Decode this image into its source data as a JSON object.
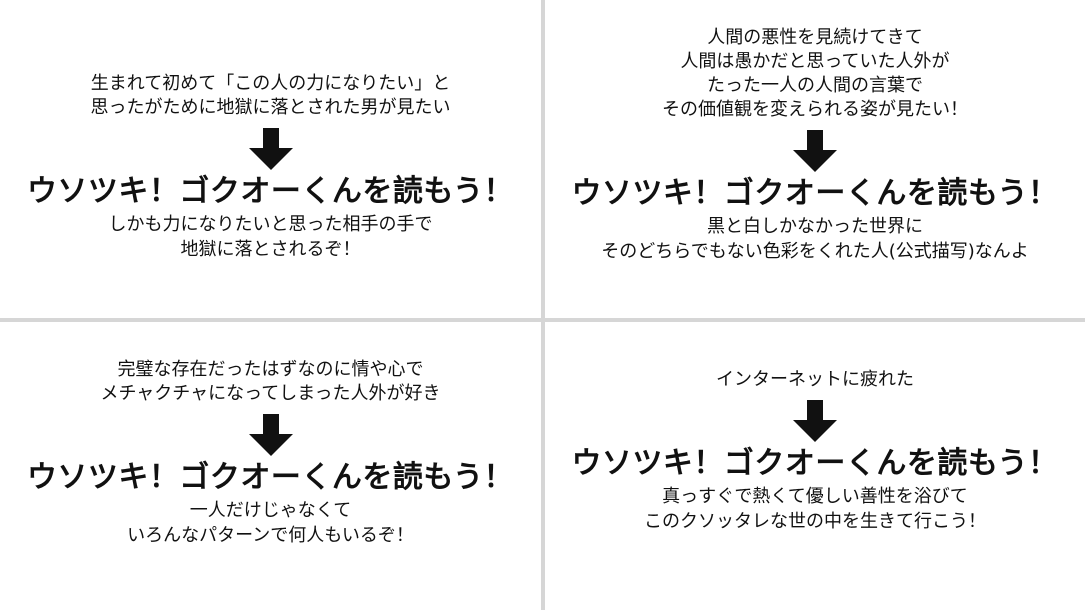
{
  "panels": [
    {
      "intro": [
        "生まれて初めて「この人の力になりたい」と",
        "思ったがために地獄に落とされた男が見たい"
      ],
      "headline": "ウソツキ！ゴクオーくんを読もう！",
      "outro": [
        "しかも力になりたいと思った相手の手で",
        "地獄に落とされるぞ！"
      ]
    },
    {
      "intro": [
        "人間の悪性を見続けてきて",
        "人間は愚かだと思っていた人外が",
        "たった一人の人間の言葉で",
        "その価値観を変えられる姿が見たい！"
      ],
      "headline": "ウソツキ！ゴクオーくんを読もう！",
      "outro": [
        "黒と白しかなかった世界に",
        "そのどちらでもない色彩をくれた人(公式描写)なんよ"
      ]
    },
    {
      "intro": [
        "完璧な存在だったはずなのに情や心で",
        "メチャクチャになってしまった人外が好き"
      ],
      "headline": "ウソツキ！ゴクオーくんを読もう！",
      "outro": [
        "一人だけじゃなくて",
        "いろんなパターンで何人もいるぞ！"
      ]
    },
    {
      "intro": [
        "インターネットに疲れた"
      ],
      "headline": "ウソツキ！ゴクオーくんを読もう！",
      "outro": [
        "真っすぐで熱くて優しい善性を浴びて",
        "このクソッタレな世の中を生きて行こう！"
      ]
    }
  ],
  "colors": {
    "text": "#111111",
    "divider": "#d6d6d6",
    "background": "#ffffff"
  },
  "icons": {
    "arrow": "down-arrow-icon"
  }
}
